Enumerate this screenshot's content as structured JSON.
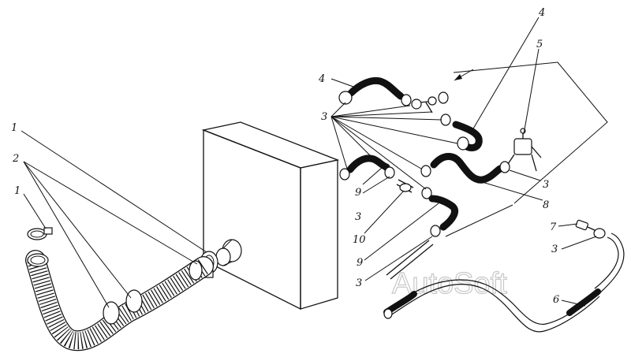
{
  "watermark": "AutoSoft",
  "callouts": [
    {
      "id": "c1a",
      "text": "1"
    },
    {
      "id": "c2",
      "text": "2"
    },
    {
      "id": "c1b",
      "text": "1"
    },
    {
      "id": "c4a",
      "text": "4"
    },
    {
      "id": "c4b",
      "text": "4"
    },
    {
      "id": "c5",
      "text": "5"
    },
    {
      "id": "c3a",
      "text": "3"
    },
    {
      "id": "c3b",
      "text": "3"
    },
    {
      "id": "c9a",
      "text": "9"
    },
    {
      "id": "c3c",
      "text": "3"
    },
    {
      "id": "c8",
      "text": "8"
    },
    {
      "id": "c10",
      "text": "10"
    },
    {
      "id": "c9b",
      "text": "9"
    },
    {
      "id": "c7",
      "text": "7"
    },
    {
      "id": "c3d",
      "text": "3"
    },
    {
      "id": "c3e",
      "text": "3"
    },
    {
      "id": "c6",
      "text": "6"
    }
  ]
}
